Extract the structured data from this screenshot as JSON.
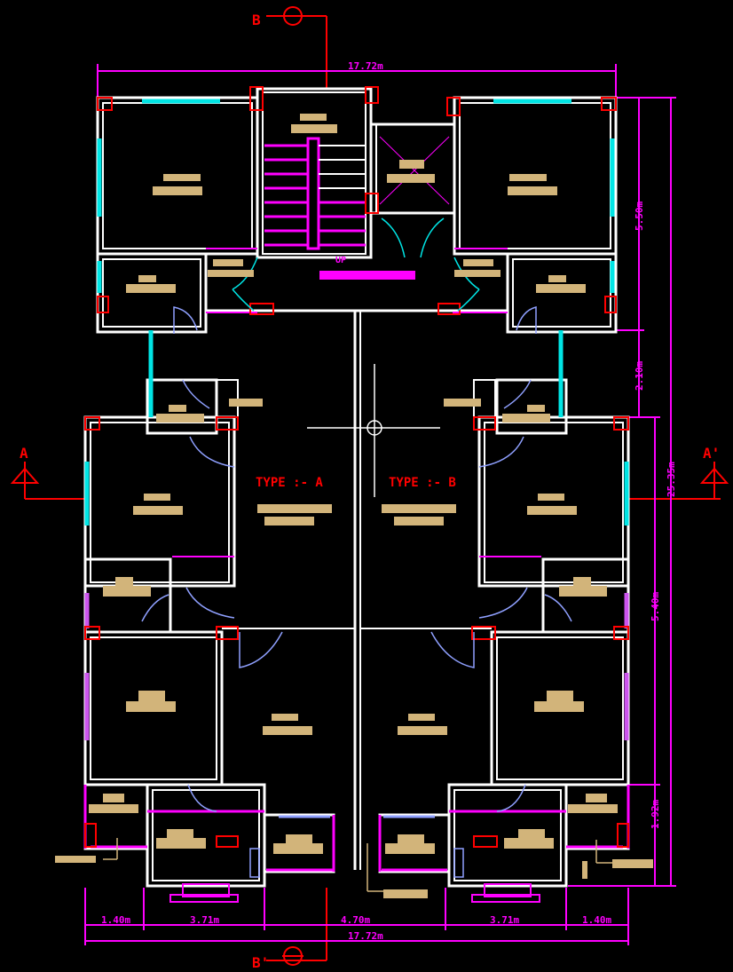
{
  "drawing": {
    "unit_labels": {
      "type_a": "TYPE :- A",
      "type_b": "TYPE :- B",
      "stair_up": "UP"
    },
    "section_markers": {
      "top": "B",
      "bottom": "B'",
      "left": "A",
      "right": "A'"
    },
    "dimensions": {
      "overall_top": "17.72m",
      "overall_bottom": "17.72m",
      "bottom_segments": [
        "1.40m",
        "3.71m",
        "4.70m",
        "3.71m",
        "1.40m"
      ],
      "right_outer": "25.35m",
      "right_segments": [
        "5.50m",
        "2.10m",
        "5.40m",
        "1.92m"
      ]
    },
    "colors": {
      "background": "#000000",
      "walls": "#ffffff",
      "dimensions": "#ff00ff",
      "windows": "#00e5e5",
      "columns": "#ff0000",
      "doors": "#8fa0ff",
      "room_text": "#d2b47a"
    }
  }
}
